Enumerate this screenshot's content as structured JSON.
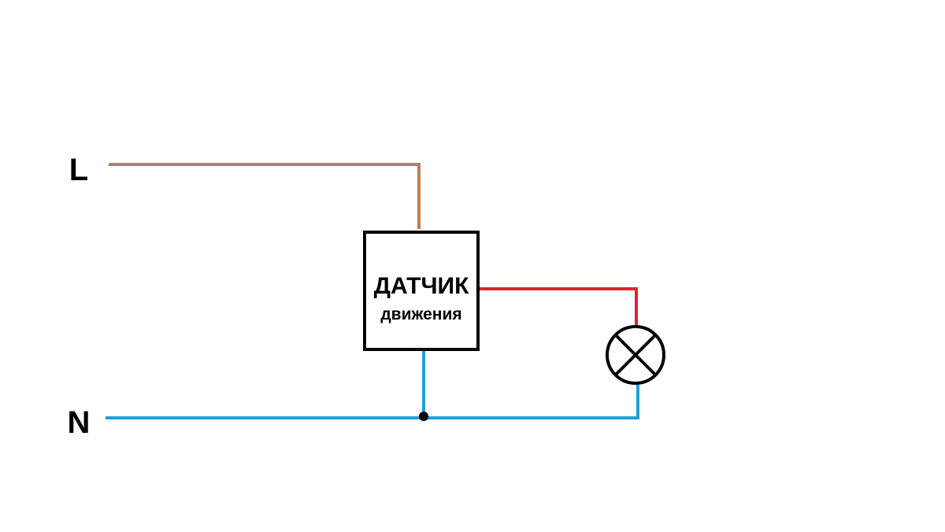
{
  "labels": {
    "live": "L",
    "neutral": "N"
  },
  "sensor": {
    "title": "ДАТЧИК",
    "subtitle": "движения"
  },
  "colors": {
    "live_wire": "#b97d5c",
    "neutral_wire": "#1ea0d8",
    "switched_wire": "#d9262e",
    "outline": "#000000"
  },
  "icons": {
    "lamp": "lamp-icon",
    "junction": "junction-dot"
  }
}
